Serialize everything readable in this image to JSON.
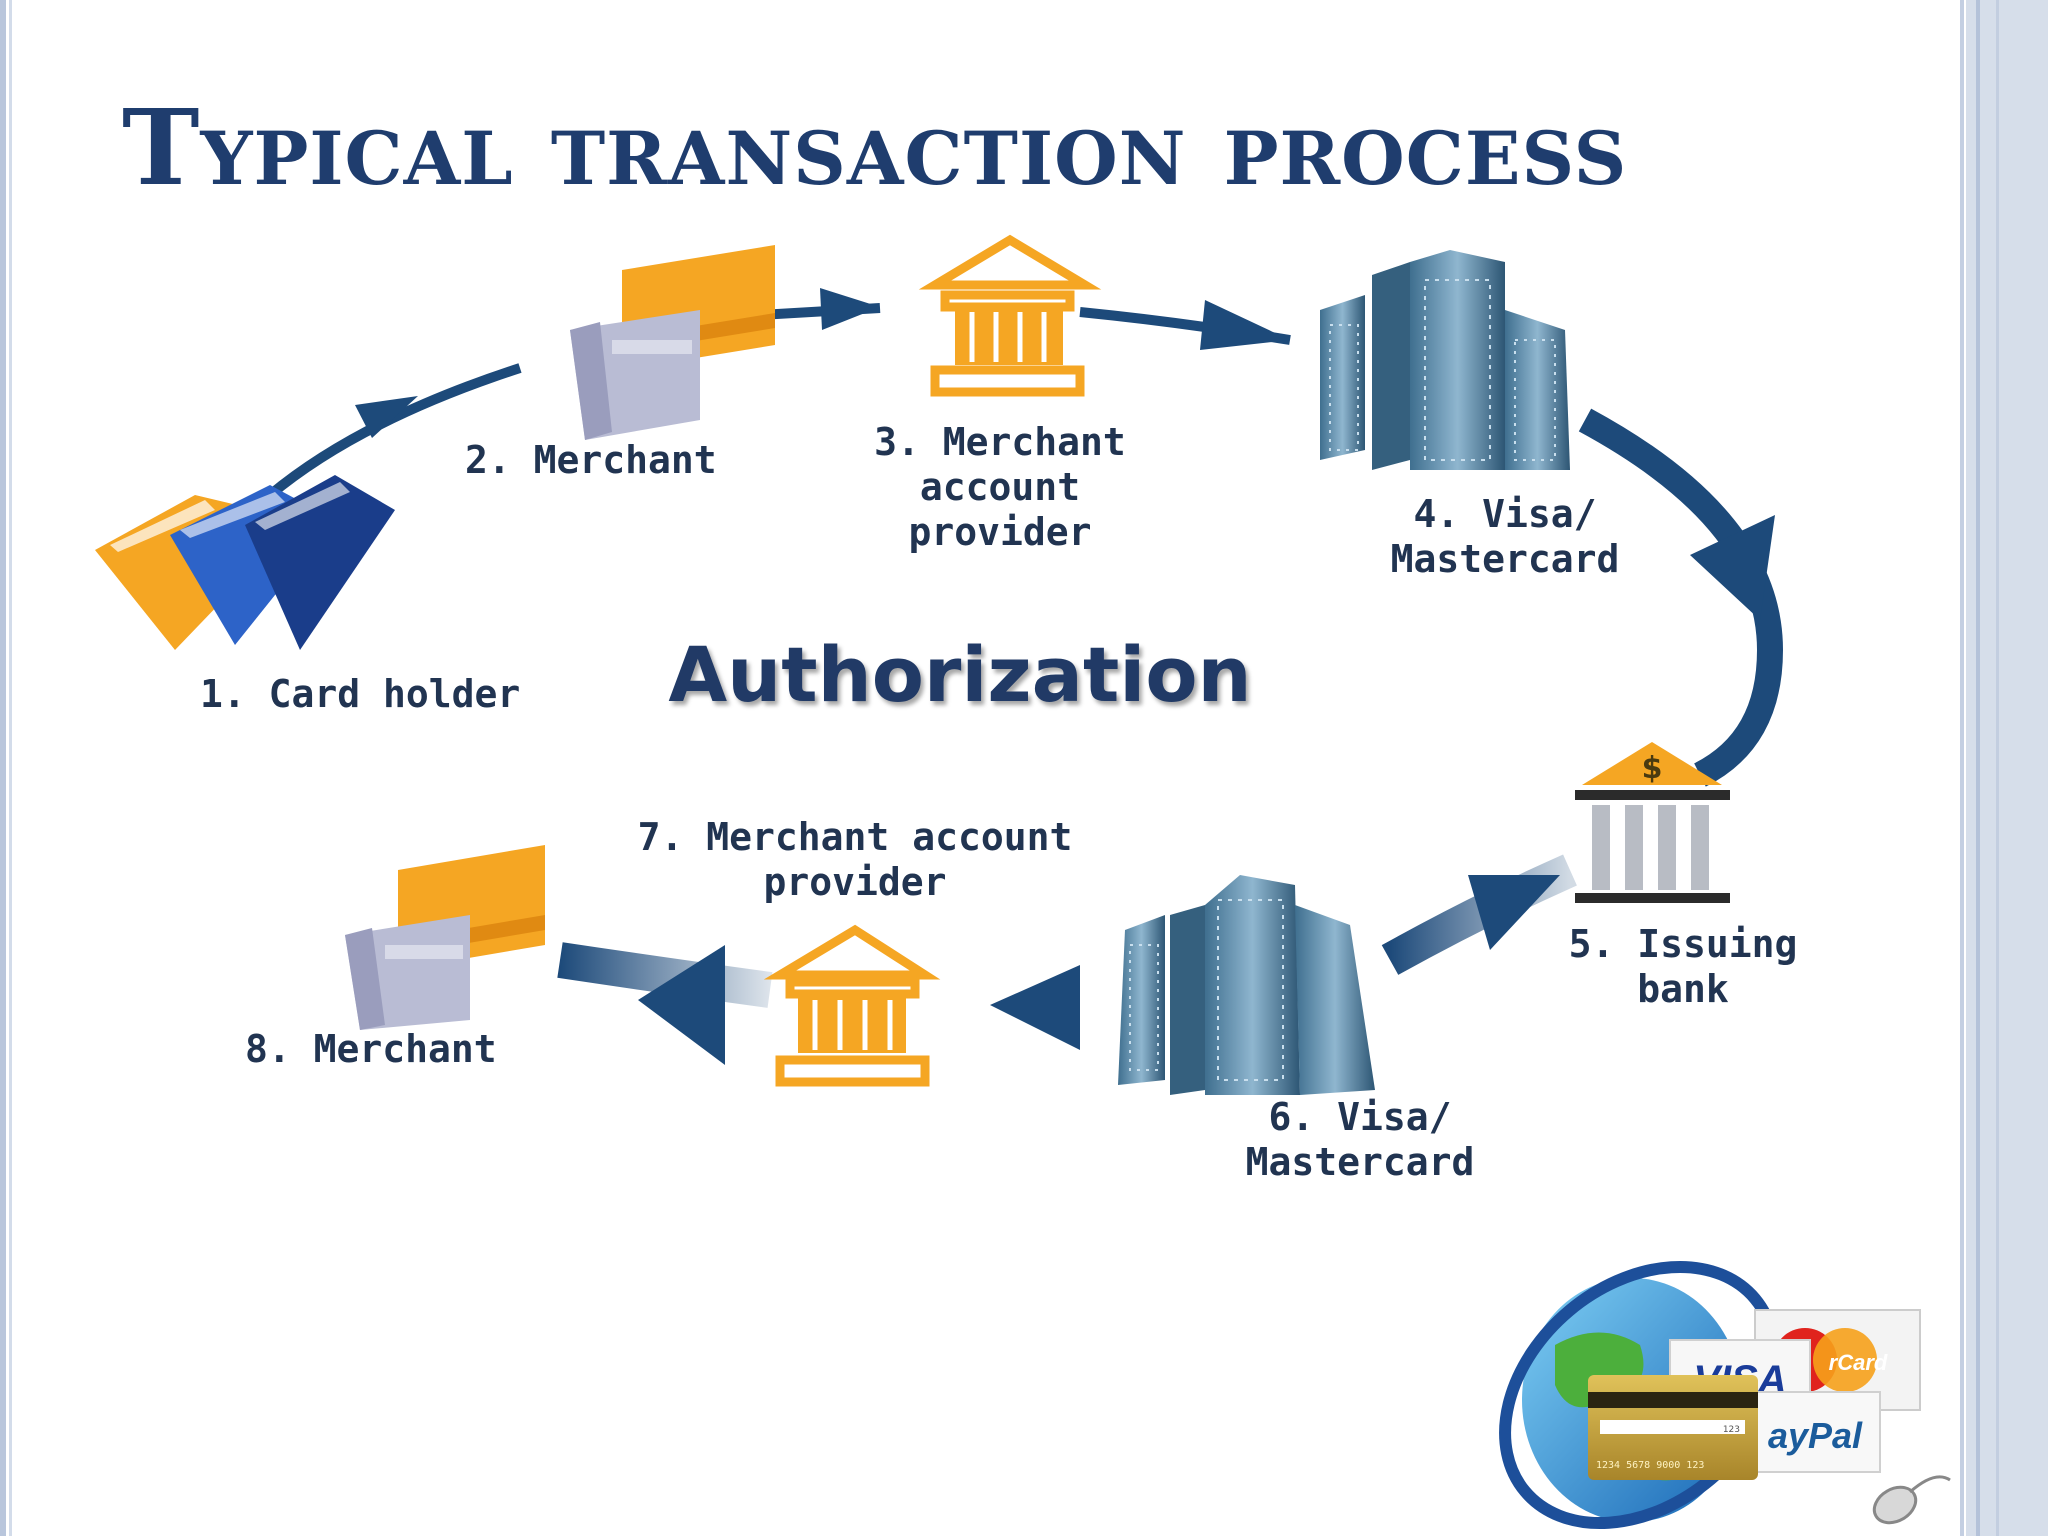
{
  "slide": {
    "title": "Typical transaction process"
  },
  "diagram": {
    "center_label": "Authorization",
    "steps": [
      {
        "label": [
          "1. Card holder"
        ],
        "icon": "credit-cards-icon"
      },
      {
        "label": [
          "2. Merchant"
        ],
        "icon": "card-terminal-icon"
      },
      {
        "label": [
          "3. Merchant",
          "account",
          "provider"
        ],
        "icon": "bank-building-icon"
      },
      {
        "label": [
          "4. Visa/",
          "Mastercard"
        ],
        "icon": "office-towers-icon"
      },
      {
        "label": [
          "5. Issuing",
          "bank"
        ],
        "icon": "dollar-bank-icon"
      },
      {
        "label": [
          "6. Visa/",
          "Mastercard"
        ],
        "icon": "office-towers-icon"
      },
      {
        "label": [
          "7. Merchant account",
          "provider"
        ],
        "icon": "bank-building-icon"
      },
      {
        "label": [
          "8. Merchant"
        ],
        "icon": "card-terminal-icon"
      }
    ]
  },
  "payment_graphic": {
    "brands": [
      "VISA",
      "rCard",
      "ayPal"
    ],
    "card_code": "123",
    "card_number": "1234 5678 9000 123"
  },
  "colors": {
    "title": "#1f3d6e",
    "arrow": "#1d4a7a",
    "orange": "#f5a623",
    "frame": "#b9c6dc"
  }
}
